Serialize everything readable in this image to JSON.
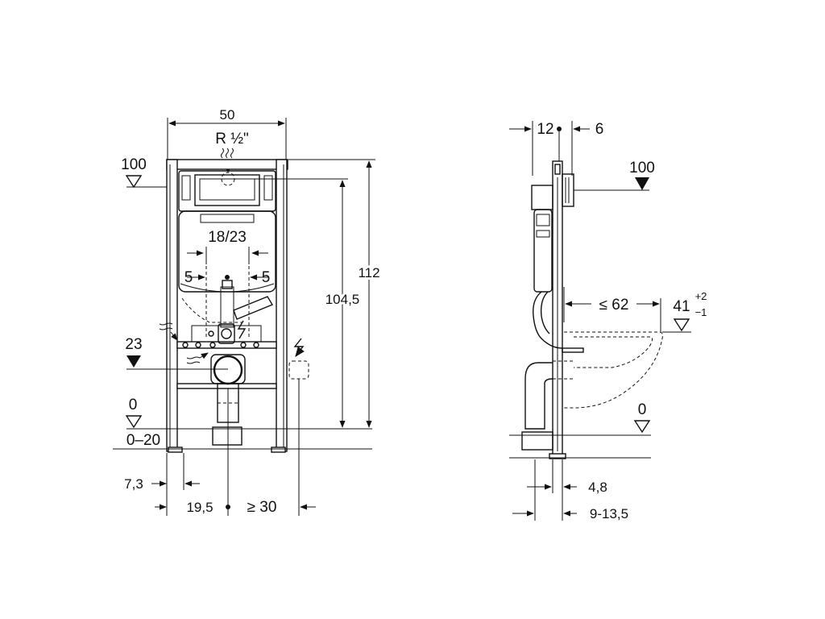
{
  "front": {
    "width": "50",
    "thread": "R ½\"",
    "height_total": "112",
    "height_flush": "104,5",
    "flush_range": "18/23",
    "offset_left": "5",
    "offset_right": "5",
    "level_100": "100",
    "level_23": "23",
    "level_0": "0",
    "floor_range": "0–20",
    "leg_distance": "7,3",
    "center_distance": "19,5",
    "min_side": "≥ 30"
  },
  "side": {
    "depth_12": "12",
    "depth_6": "6",
    "level_100": "100",
    "bowl_projection": "≤ 62",
    "bowl_height": "41",
    "bowl_tol_plus": "+2",
    "bowl_tol_minus": "−1",
    "level_0": "0",
    "frame_offset": "4,8",
    "wall_range": "9-13,5"
  },
  "colors": {
    "line": "#111111",
    "background": "#ffffff"
  }
}
